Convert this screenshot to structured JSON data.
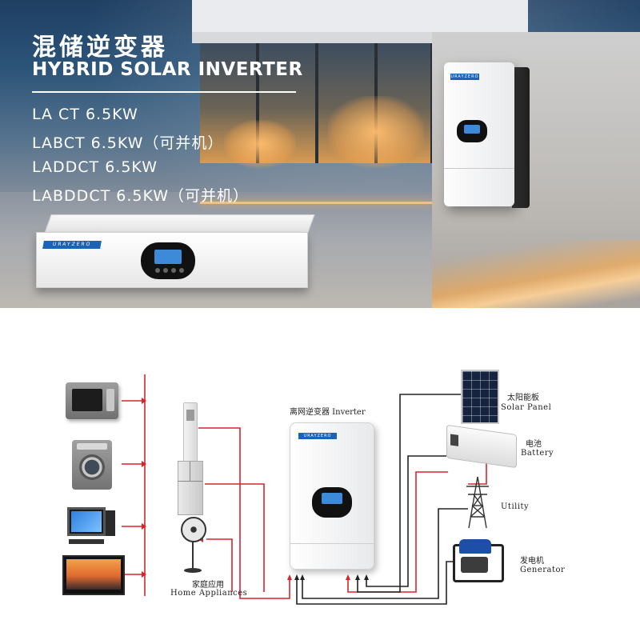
{
  "banner": {
    "title_cn": "混储逆变器",
    "title_en": "HYBRID SOLAR INVERTER",
    "models": [
      "LA CT 6.5KW",
      "LABCT 6.5KW（可并机）",
      "LADDCT 6.5KW",
      "LABDDCT 6.5KW（可并机）"
    ],
    "brand": "URAYZERO"
  },
  "diagram": {
    "inverter_label": "离网逆变器 Inverter",
    "home_appliances_cn": "家庭应用",
    "home_appliances_en": "Home Appliances",
    "solar_cn": "太阳能板",
    "solar_en": "Solar Panel",
    "battery_cn": "电池",
    "battery_en": "Battery",
    "utility_en": "Utility",
    "generator_cn": "发电机",
    "generator_en": "Generator"
  },
  "colors": {
    "wire_ac": "#d9242b",
    "wire_dc": "#222222",
    "brand_blue": "#1b63b8"
  },
  "icons": [
    "microwave-icon",
    "washing-machine-icon",
    "computer-icon",
    "tv-icon",
    "air-conditioner-icon",
    "refrigerator-icon",
    "fan-icon",
    "solar-panel-icon",
    "battery-icon",
    "power-pylon-icon",
    "generator-icon"
  ]
}
